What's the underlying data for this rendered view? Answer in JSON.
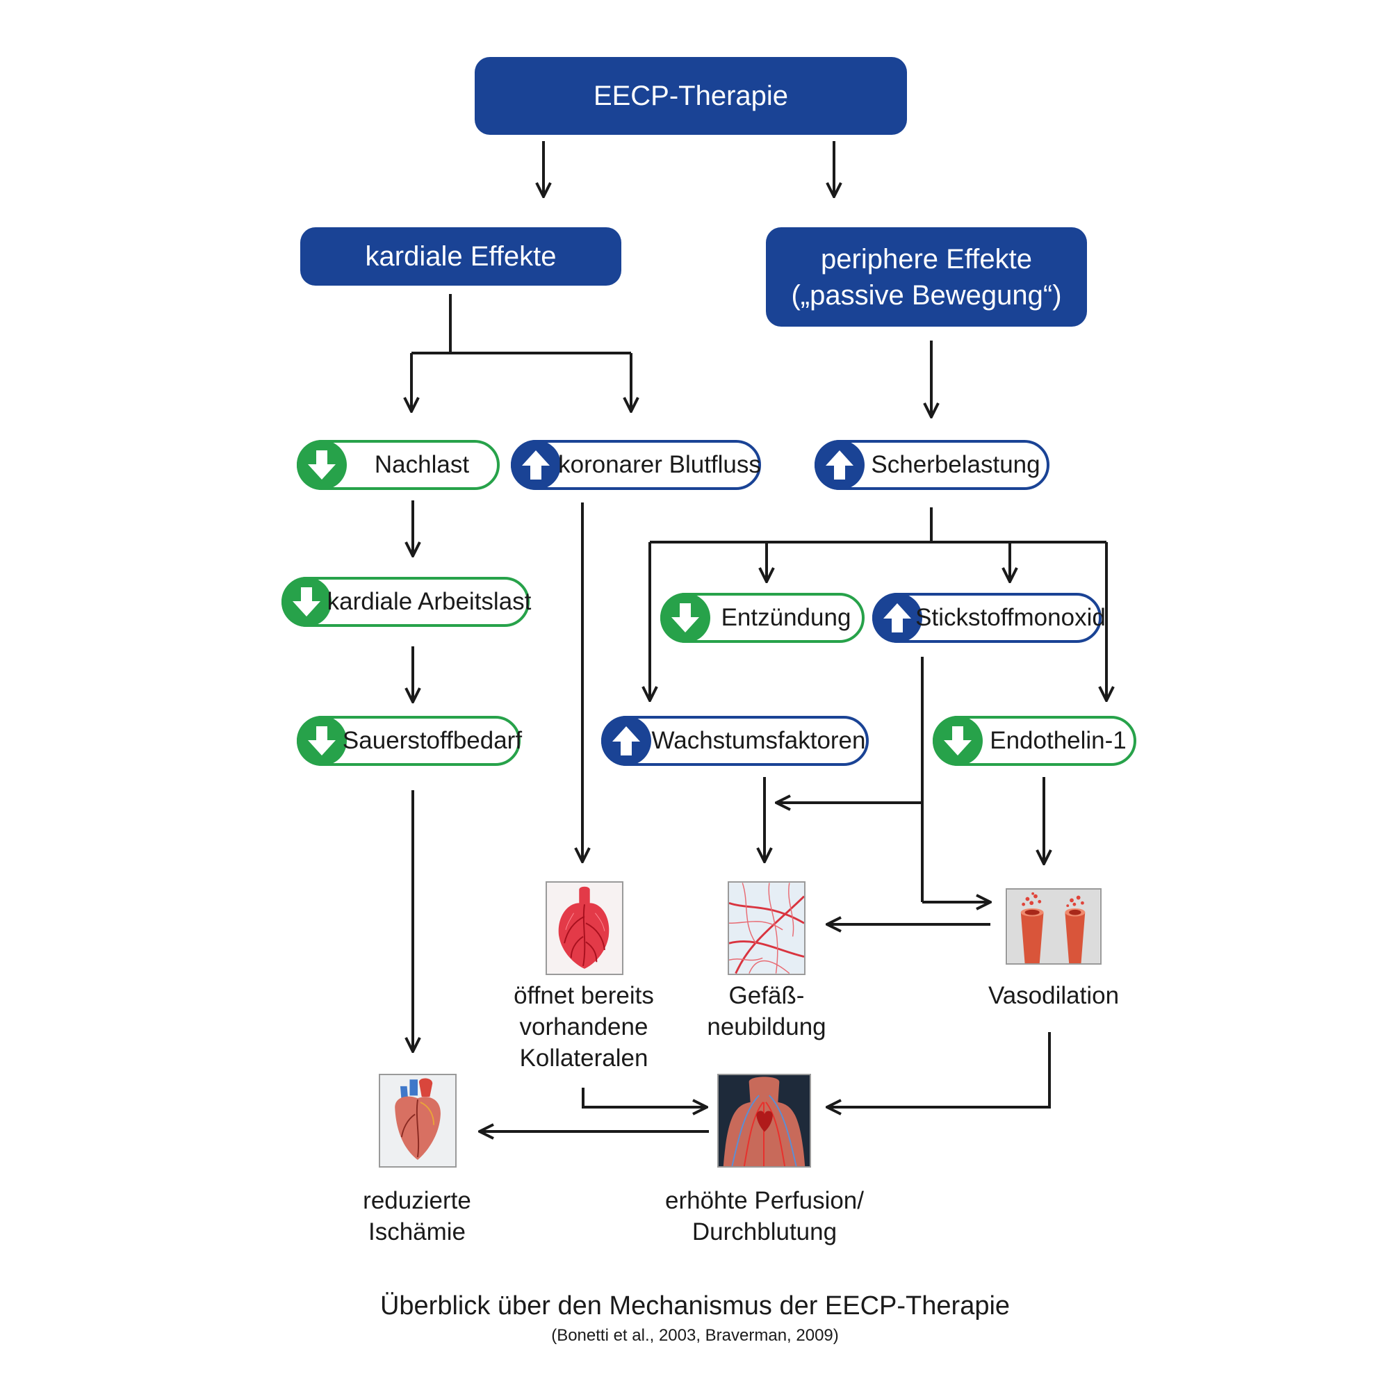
{
  "header": {
    "therapy": "EECP-Therapie",
    "cardiac": "kardiale Effekte",
    "peripheral": "periphere Effekte\n(„passive Bewegung“)"
  },
  "effects": {
    "nachlast": "Nachlast",
    "koronarer_blutfluss": "koronarer Blutfluss",
    "scherbelastung": "Scherbelastung",
    "kardiale_arbeitslast": "kardiale Arbeitslast",
    "entzuendung": "Entzündung",
    "stickstoffmonoxid": "Stickstoffmonoxid",
    "sauerstoffbedarf": "Sauerstoffbedarf",
    "wachstumsfaktoren": "Wachstumsfaktoren",
    "endothelin": "Endothelin-1"
  },
  "outcomes": {
    "kollateralen": "öffnet bereits\nvorhandene\nKollateralen",
    "gefaessneubildung": "Gefäß-\nneubildung",
    "vasodilation": "Vasodilation",
    "ischaemie": "reduzierte\nIschämie",
    "perfusion": "erhöhte Perfusion/\nDurchblutung"
  },
  "footer": {
    "title": "Überblick über den Mechanismus der EECP-Therapie",
    "citation": "(Bonetti et al., 2003, Braverman, 2009)"
  },
  "colors": {
    "blue": "#1a4395",
    "green": "#27a24a",
    "line": "#1a1a1a"
  },
  "icons": {
    "increase": "arrow-up-icon",
    "decrease": "arrow-down-icon"
  }
}
